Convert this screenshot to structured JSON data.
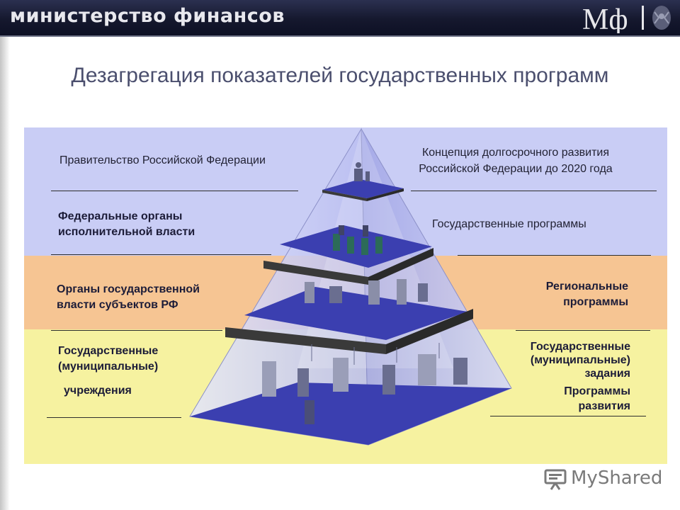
{
  "header": {
    "title": "министерство финансов",
    "logo_text": "Мф"
  },
  "slide": {
    "title": "Дезагрегация показателей государственных программ"
  },
  "left_labels": {
    "government": "Правительство Российской Федерации",
    "federal_1": "Федеральные органы",
    "federal_2": "исполнительной власти",
    "regional_1": "Органы государственной",
    "regional_2": "власти субъектов РФ",
    "institutions_1": "Государственные",
    "institutions_2": "(муниципальные)",
    "institutions_3": "учреждения"
  },
  "right_labels": {
    "concept_1": "Концепция долгосрочного развития",
    "concept_2": "Российской Федерации до 2020 года",
    "state_programs": "Государственные программы",
    "regional_programs_1": "Региональные",
    "regional_programs_2": "программы",
    "tasks_1": "Государственные",
    "tasks_2": "(муниципальные)",
    "tasks_3": "задания",
    "dev_programs_1": "Программы",
    "dev_programs_2": "развития"
  },
  "watermark": {
    "text": "MyShared"
  },
  "colors": {
    "band_blue": "#c9cdf5",
    "band_orange": "#f6c593",
    "band_yellow": "#f6f2a0",
    "floor": "#3b3fb0",
    "slab": "#3a3a3a"
  }
}
